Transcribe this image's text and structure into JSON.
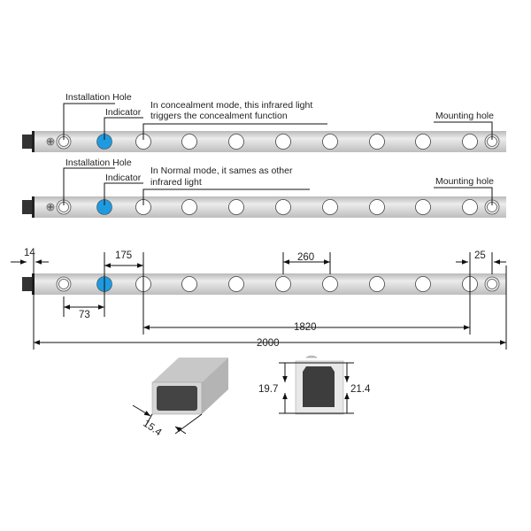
{
  "strip1": {
    "installation_hole": "Installation Hole",
    "indicator": "Indicator",
    "note_line1": "In concealment mode, this infrared light",
    "note_line2": "triggers the concealment function",
    "mounting_hole": "Mounting hole"
  },
  "strip2": {
    "installation_hole": "Installation Hole",
    "indicator": "Indicator",
    "note_line1": "In Normal mode, it sames as other",
    "note_line2": "infrared light",
    "mounting_hole": "Mounting hole"
  },
  "dimensions": {
    "end_offset": "14",
    "indicator_to_first_light": "175",
    "light_pitch": "260",
    "last_light_to_hole": "25",
    "hole_to_indicator": "73",
    "light_span": "1820",
    "total_length": "2000",
    "profile_width": "15.4",
    "inner_height": "19.7",
    "outer_height": "21.4"
  },
  "colors": {
    "indicator": "#1e9be0",
    "bar": "#d4d4d4",
    "connector": "#333333"
  }
}
